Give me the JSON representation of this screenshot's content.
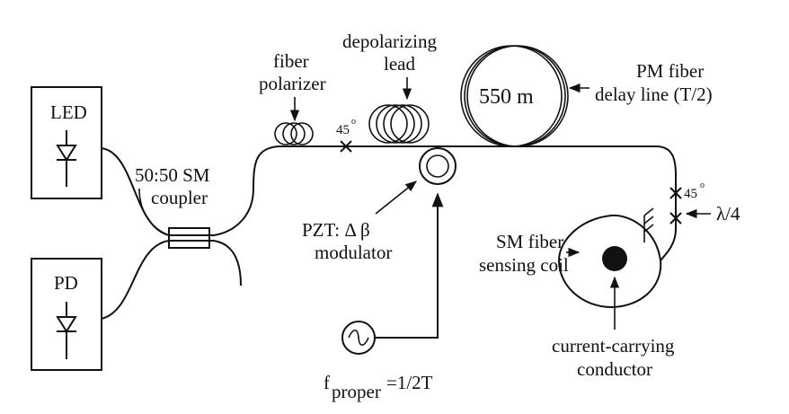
{
  "labels": {
    "led": "LED",
    "pd": "PD",
    "coupler_line1": "50:50 SM",
    "coupler_line2": "coupler",
    "polarizer_line1": "fiber",
    "polarizer_line2": "polarizer",
    "depol_line1": "depolarizing",
    "depol_line2": "lead",
    "angle_45": "45",
    "angle_45_right": "45",
    "degree_mark": "o",
    "delay_length": "550 m",
    "delay_line1": "PM fiber",
    "delay_line2": "delay line (T/2)",
    "pzt_line1": "PZT: Δ β",
    "pzt_line2": "modulator",
    "quarter_wave": "λ/4",
    "sensing_line1": "SM fiber",
    "sensing_line2": "sensing coil",
    "freq_f": "f",
    "freq_sub": "proper",
    "freq_rest": "=1/2T",
    "conductor_line1": "current-carrying",
    "conductor_line2": "conductor"
  },
  "colors": {
    "ink": "#111111",
    "background": "#ffffff"
  }
}
